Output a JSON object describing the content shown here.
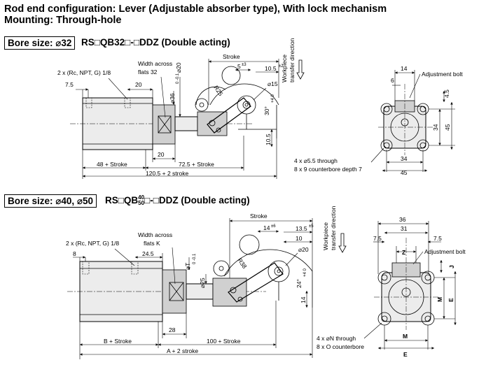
{
  "header": {
    "line1": "Rod end configuration: Lever (Adjustable absorber type), With lock mechanism",
    "line2": "Mounting: Through-hole"
  },
  "section1": {
    "bore_label": "Bore size: ⌀32",
    "model": "RS□QB32□-□DDZ (Double acting)",
    "labels": {
      "port": "2 x (Rc, NPT, G) 1/8",
      "width_across": "Width across",
      "flats": "flats 32",
      "d7_5": "7.5",
      "d20a": "20",
      "phi20": "⌀20",
      "phi36": "⌀36",
      "phi36_tol": "0 -0.1",
      "stroke": "Stroke",
      "d5": "5",
      "d5_tol": "±3",
      "d10_5": "10.5",
      "d10_5_tol": "±2",
      "phi15": "⌀15",
      "r25": "R25",
      "deg30": "30°",
      "deg30_tol": "+4 0",
      "d10_5v": "10.5",
      "d20b": "20",
      "d48": "48 + Stroke",
      "d72_5": "72.5 + Stroke",
      "d120_5": "120.5 + 2 stroke",
      "workpiece1": "Workpiece",
      "workpiece2": "transfer direction",
      "d14": "14",
      "d6": "6",
      "adj_bolt": "Adjustment bolt",
      "d4_5": "4.5",
      "d34v": "34",
      "d45v": "45",
      "d34h": "34",
      "d45h": "45",
      "hole1": "4 x ⌀5.5 through",
      "hole2": "8 x 9 counterbore depth 7"
    }
  },
  "section2": {
    "bore_label": "Bore size: ⌀40, ⌀50",
    "model_pre": "RS□QB",
    "model_top": "40",
    "model_bot": "50",
    "model_post": "□-□DDZ (Double acting)",
    "labels": {
      "port": "2 x (Rc, NPT, G) 1/8",
      "width_across": "Width across",
      "flats": "flats K",
      "d8": "8",
      "d24_5": "24.5",
      "phiT": "⌀T",
      "phiT_tol": "0 -0.1",
      "phi25": "⌀25",
      "stroke": "Stroke",
      "d14": "14",
      "d14_tol": "±6",
      "d13_5": "13.5",
      "d13_5_tol": "±5",
      "d10": "10",
      "phi20": "⌀20",
      "r38": "R38",
      "deg24": "24°",
      "deg24_tol": "+4 0",
      "d14v": "14",
      "d28": "28",
      "dB": "B + Stroke",
      "d100": "100 + Stroke",
      "dA": "A + 2 stroke",
      "workpiece1": "Workpiece",
      "workpiece2": "transfer direction",
      "d36": "36",
      "d31": "31",
      "d7_5a": "7.5",
      "d7_5b": "7.5",
      "Z": "Z",
      "adj_bolt": "Adjustment bolt",
      "J": "J",
      "M_v": "M",
      "E_v": "E",
      "M_h": "M",
      "E_h": "E",
      "hole1": "4 x ⌀N through",
      "hole2": "8 x O counterbore"
    }
  }
}
